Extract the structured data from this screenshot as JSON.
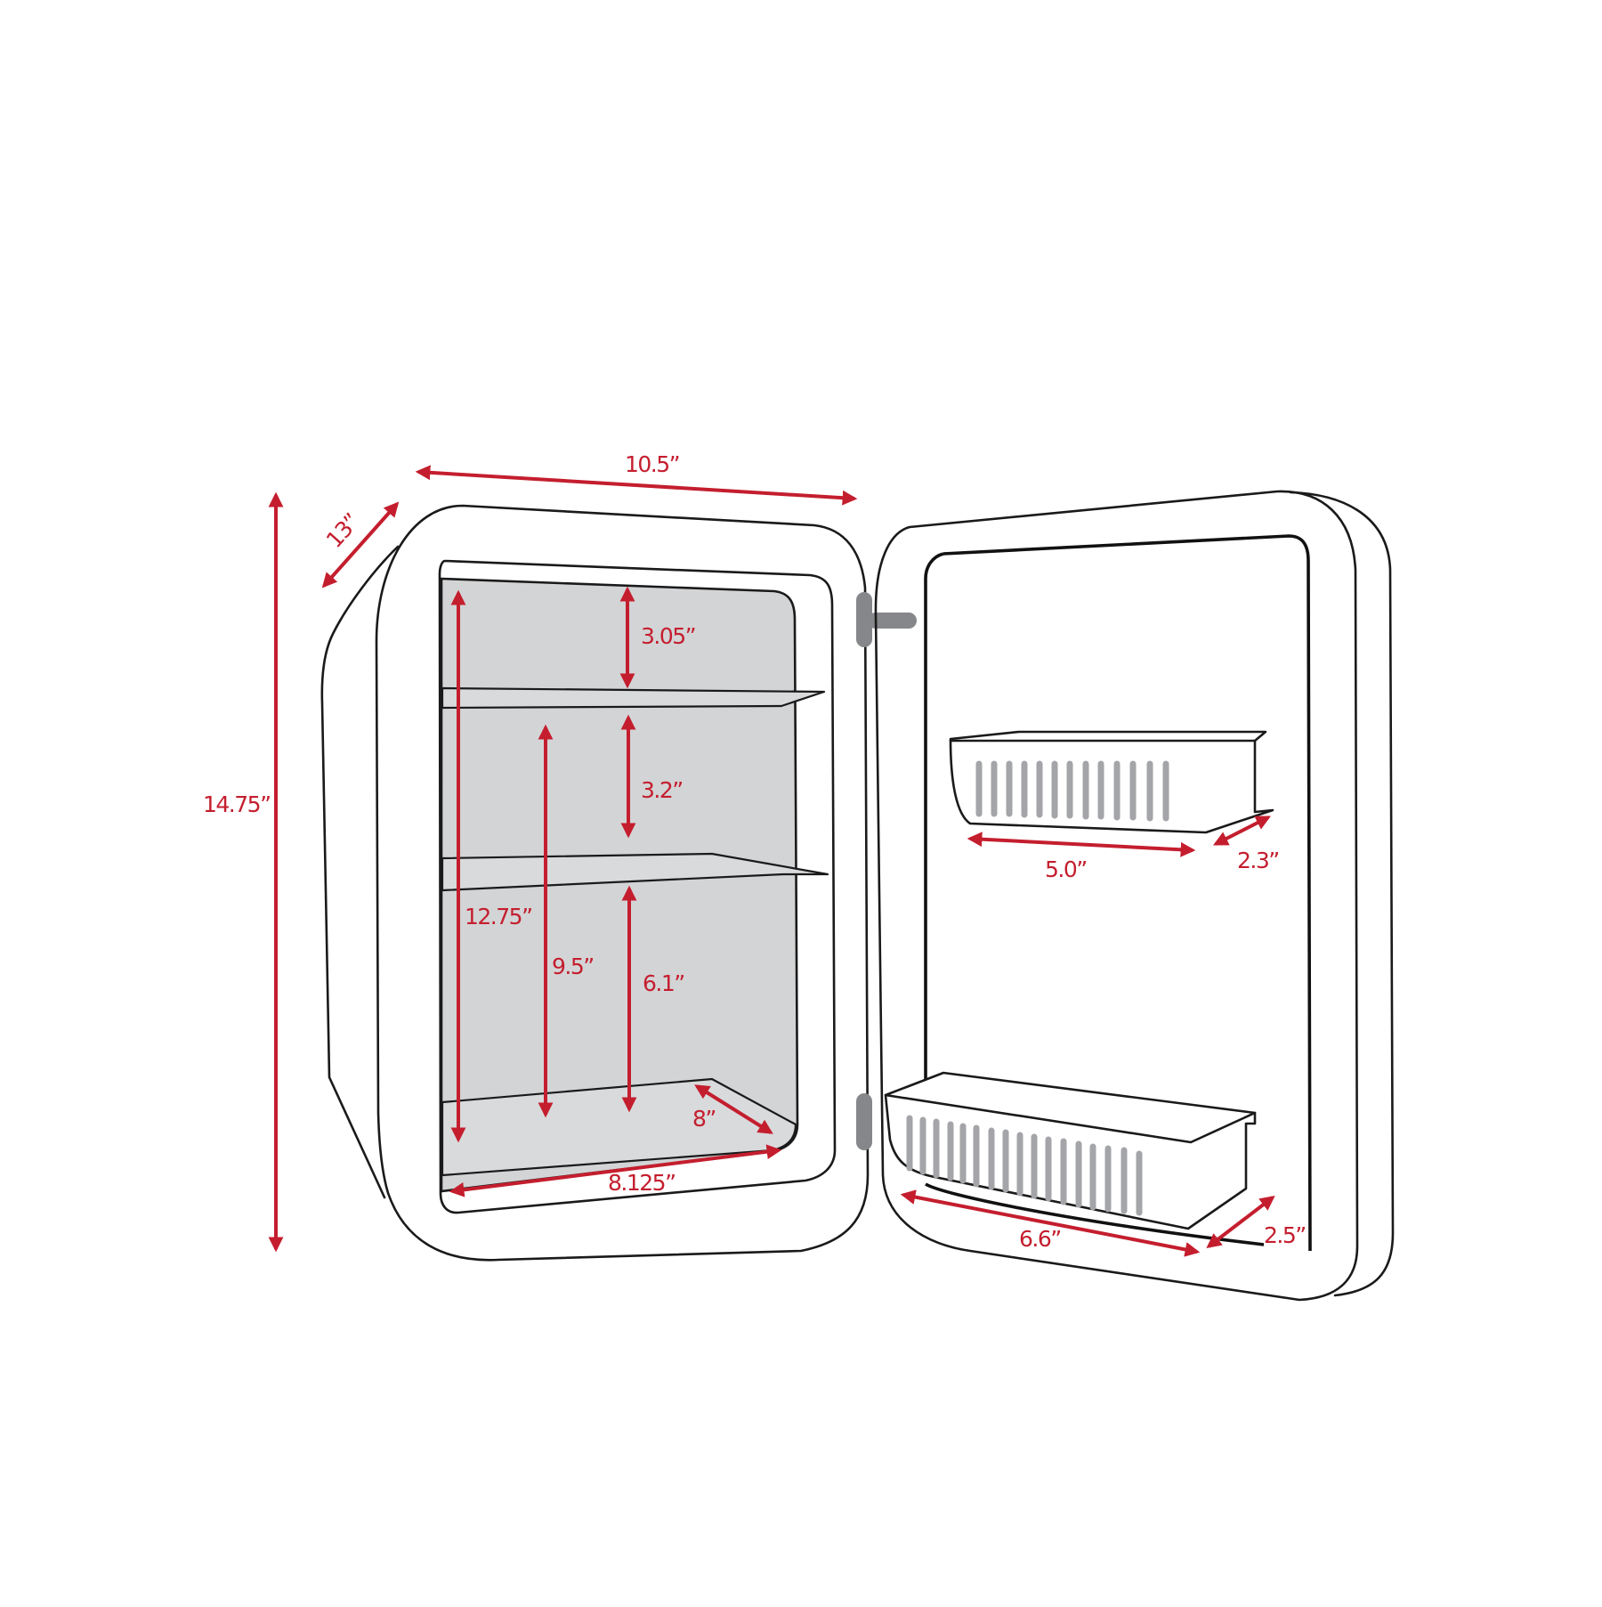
{
  "diagram": {
    "subject": "Mini fridge dimensions",
    "colors": {
      "dimension": "#c41e2e",
      "interior": "#d3d4d6",
      "outline": "#1a1a1a",
      "hinge": "#86878a",
      "vent": "#a4a5a8",
      "background": "#ffffff"
    },
    "exterior": {
      "width": "10.5”",
      "depth": "13”",
      "height": "14.75”"
    },
    "interior": {
      "total_height": "12.75”",
      "top_compartment": "3.05”",
      "middle_compartment": "3.2”",
      "lower_span": "9.5”",
      "bottom_compartment": "6.1”",
      "floor_depth": "8”",
      "floor_width": "8.125”"
    },
    "door": {
      "upper_bin_width": "5.0”",
      "upper_bin_depth": "2.3”",
      "lower_bin_width": "6.6”",
      "lower_bin_depth": "2.5”"
    }
  }
}
